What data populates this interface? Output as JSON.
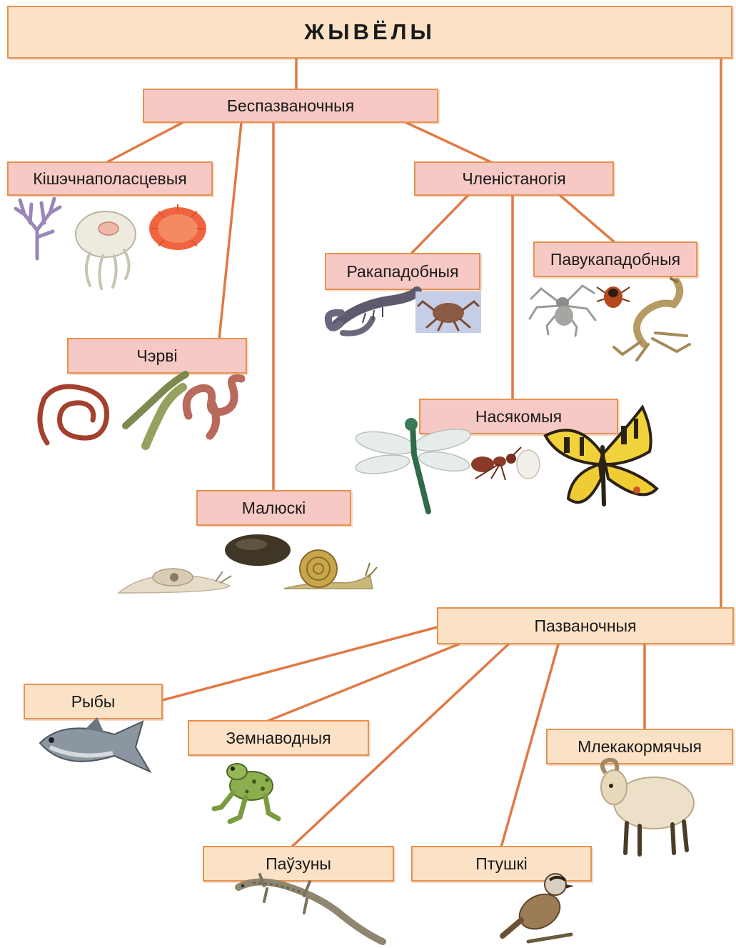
{
  "colors": {
    "connector": "#e07a45",
    "invertebrate_box": "#f7c9c5",
    "vertebrate_box": "#fbe2c6",
    "box_border": "#e8914f"
  },
  "root": {
    "label": "ЖЫВЁЛЫ"
  },
  "invertebrates": {
    "label": "Беспазваночныя",
    "groups": {
      "coelenterates": {
        "label": "Кішэчнаполасцевыя",
        "icons": [
          "coral-icon",
          "jellyfish-icon",
          "sea-anemone-icon"
        ]
      },
      "worms": {
        "label": "Чэрві",
        "icons": [
          "earthworm-icon",
          "flatworm-icon",
          "roundworm-icon"
        ]
      },
      "molluscs": {
        "label": "Малюскі",
        "icons": [
          "slug-icon",
          "mussel-icon",
          "snail-icon"
        ]
      },
      "arthropods": {
        "label": "Членістаногія",
        "subgroups": {
          "crustaceans": {
            "label": "Ракападобныя",
            "icons": [
              "crayfish-icon",
              "crab-icon"
            ]
          },
          "arachnids": {
            "label": "Павукападобныя",
            "icons": [
              "spider-icon",
              "tick-icon",
              "scorpion-icon"
            ]
          },
          "insects": {
            "label": "Насякомыя",
            "icons": [
              "dragonfly-icon",
              "ant-icon",
              "butterfly-icon"
            ]
          }
        }
      }
    }
  },
  "vertebrates": {
    "label": "Пазваночныя",
    "groups": {
      "fish": {
        "label": "Рыбы",
        "icons": [
          "fish-icon"
        ]
      },
      "amphibians": {
        "label": "Земнаводныя",
        "icons": [
          "frog-icon"
        ]
      },
      "reptiles": {
        "label": "Паўзуны",
        "icons": [
          "lizard-icon"
        ]
      },
      "birds": {
        "label": "Птушкі",
        "icons": [
          "bird-icon"
        ]
      },
      "mammals": {
        "label": "Млекакормячыя",
        "icons": [
          "sheep-icon"
        ]
      }
    }
  }
}
